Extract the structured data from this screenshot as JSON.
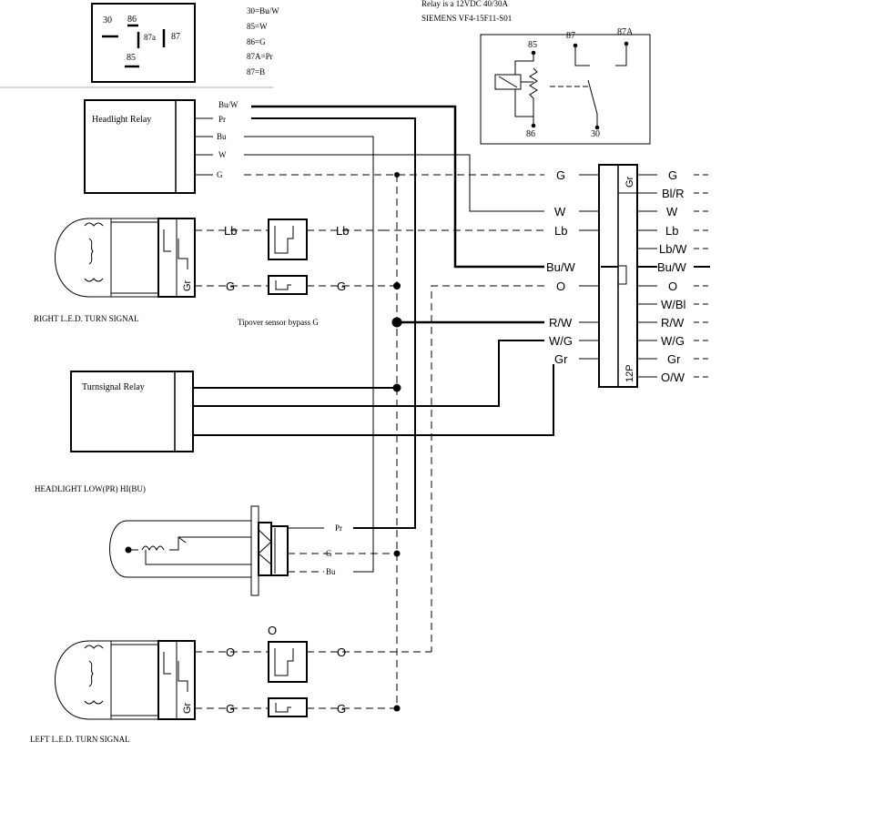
{
  "wire_codes": {
    "bu_w": "Bu/W",
    "pr": "Pr",
    "bu": "Bu",
    "w": "W",
    "g": "G",
    "lb": "Lb",
    "o": "O",
    "r_w": "R/W",
    "w_g": "W/G",
    "gr": "Gr",
    "bl_r": "Bl/R",
    "lb_w": "Lb/W",
    "w_bl": "W/Bl",
    "o_w": "O/W"
  },
  "relay_pinout": {
    "pins": [
      "30",
      "86",
      "87a",
      "87",
      "85"
    ],
    "mapping": [
      "30=Bu/W",
      "85=W",
      "86=G",
      "87A=Pr",
      "87=B"
    ]
  },
  "relay_spec": {
    "line1": "Relay is a   12VDC 40/30A",
    "line2": "SIEMENS VF4-15F11-S01",
    "pins": [
      "85",
      "87",
      "87A",
      "86",
      "30"
    ]
  },
  "components": {
    "headlight_relay": "Headlight Relay",
    "turnsignal_relay": "Turnsignal Relay",
    "right_turn": "RIGHT L.E.D. TURN SIGNAL",
    "left_turn": "LEFT L.E.D. TURN SIGNAL",
    "headlight": "HEADLIGHT  LOW(PR) HI(BU)",
    "tipover": "Tipover sensor bypass     G"
  },
  "connector_12p": {
    "label": "12P",
    "gr_label": "Gr",
    "left_pins": [
      "G",
      "W",
      "Lb",
      "Bu/W",
      "O",
      "R/W",
      "W/G",
      "Gr"
    ],
    "right_pins": [
      "G",
      "Bl/R",
      "W",
      "Lb",
      "Lb/W",
      "Bu/W",
      "O",
      "W/Bl",
      "R/W",
      "W/G",
      "Gr",
      "O/W"
    ]
  },
  "bulb_connector": {
    "gr_label": "Gr"
  },
  "colors": {
    "ink": "#000000",
    "paper": "#ffffff"
  }
}
